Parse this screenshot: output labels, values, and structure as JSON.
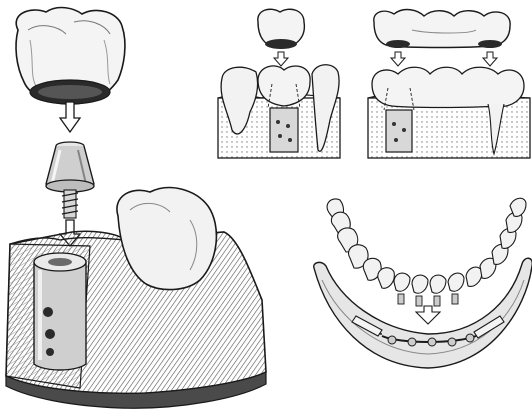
{
  "figure": {
    "panels": [
      {
        "id": "single-implant-exploded",
        "parts": [
          "crown",
          "abutment",
          "implant-fixture",
          "jaw-bone-section",
          "adjacent-tooth"
        ]
      },
      {
        "id": "single-implant-crown",
        "parts": [
          "crown",
          "implant",
          "adjacent-teeth",
          "bone"
        ]
      },
      {
        "id": "implant-bridge",
        "parts": [
          "bridge",
          "implants",
          "bone"
        ]
      },
      {
        "id": "implant-overdenture",
        "parts": [
          "denture-arch",
          "bar-attachment",
          "implants"
        ]
      }
    ],
    "colors": {
      "ink": "#1a1a1a",
      "shade": "#9a9a9a",
      "dark": "#3a3a3a",
      "paper": "#ffffff",
      "light": "#e6e6e6"
    },
    "style": "black-and-white line illustration"
  }
}
